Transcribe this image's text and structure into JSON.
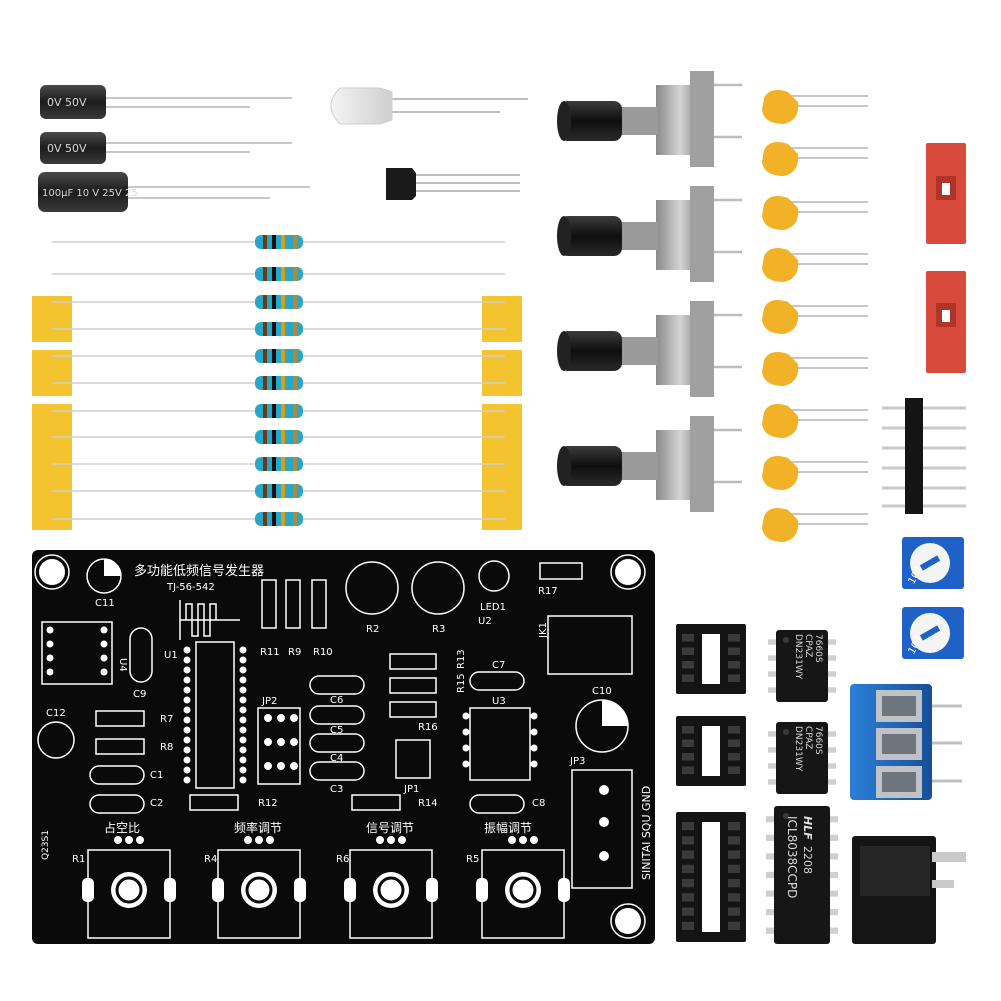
{
  "capacitors": {
    "small_1": "0V 50V",
    "small_2": "0V 50V",
    "large": "100µF 10 V 25V 25"
  },
  "pcb": {
    "title": "多功能低频信号发生器",
    "model": "TJ-56-542",
    "labels": {
      "c11": "C11",
      "u4": "U4",
      "c9": "C9",
      "u1": "U1",
      "r11": "R11",
      "r9": "R9",
      "r10": "R10",
      "r2": "R2",
      "r3": "R3",
      "led1": "LED1",
      "u2": "U2",
      "r17": "R17",
      "jk1": "JK1",
      "c12": "C12",
      "r7": "R7",
      "r8": "R8",
      "c1": "C1",
      "c2": "C2",
      "jp2": "JP2",
      "c6": "C6",
      "c5": "C5",
      "c4": "C4",
      "c3": "C3",
      "r13": "R13",
      "r15": "R15",
      "r16": "R16",
      "r12": "R12",
      "r14": "R14",
      "jp1": "JP1",
      "c7": "C7",
      "u3": "U3",
      "c10": "C10",
      "c8": "C8",
      "jp3": "JP3",
      "r1": "R1",
      "r4": "R4",
      "r6": "R6",
      "r5": "R5",
      "q23s": "Q23S1"
    },
    "knob_labels": [
      "占空比",
      "频率调节",
      "信号调节",
      "振幅调节"
    ],
    "jp3_text": "SINITAI SQU GND"
  },
  "ics": {
    "ic1": [
      "7660S",
      "CPAZ",
      "DN231WY"
    ],
    "ic2": [
      "7660S",
      "CPAZ",
      "DN231WY"
    ],
    "ic3": [
      "ICL8038CCPD",
      "2208"
    ],
    "ic3_logo": "HLF"
  },
  "trimmer": "104",
  "colors": {
    "pcb": "#0a0a0a",
    "silk": "#ffffff",
    "resistor_body": "#2aa6c8",
    "ceramic_cap": "#f2b227",
    "tape": "#f4c330",
    "jumper": "#d94a3a",
    "terminal": "#1f6fc0",
    "trimmer_body": "#1e62c8"
  }
}
